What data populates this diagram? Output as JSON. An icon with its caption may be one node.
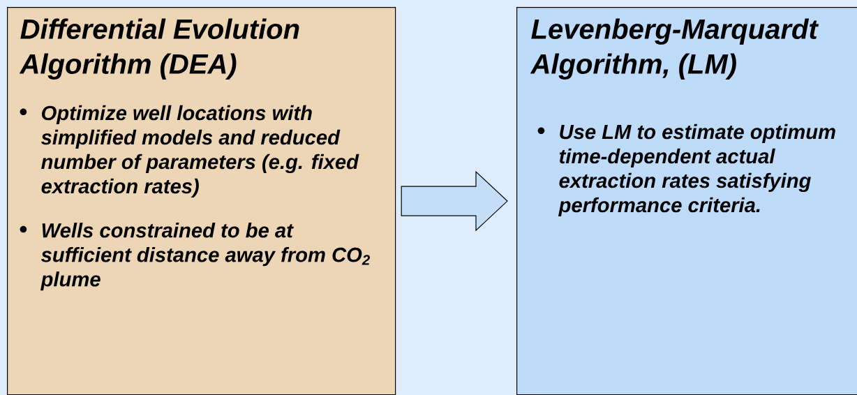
{
  "diagram": {
    "nodes": [
      {
        "text": [
          "Differential Evolution Algorithm (DEA)",
          "Optimize well locations with simplified models and reduced number of parameters (e.g. fixed extraction rates)",
          "Wells constrained to be at sufficient distance away from CO$_{2}$ plume"
        ]
      },
      {
        "text": [
          "Levenberg-Marquardt Algorithm, (LM)",
          "Use LM to estimate optimum time-dependent actual extraction rates satisfying performance criteria."
        ]
      }
    ],
    "edges": [
      {
        "from": 0,
        "to": 1,
        "arrow": "to"
      }
    ]
  }
}
